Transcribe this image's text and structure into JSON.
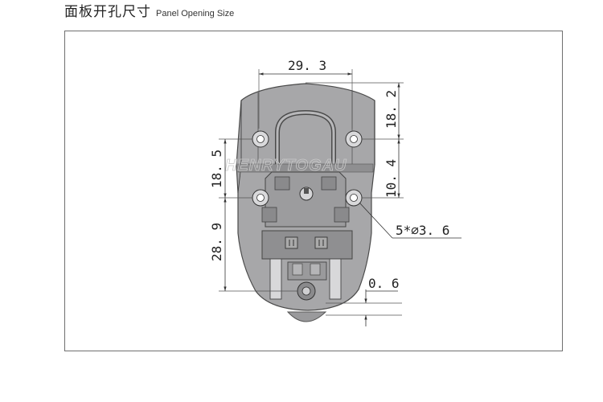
{
  "header": {
    "title_cn": "面板开孔尺寸",
    "title_en": "Panel Opening Size"
  },
  "drawing": {
    "dimensions": {
      "width_top": "29. 3",
      "right_upper": "18. 2",
      "left_upper": "18. 5",
      "right_lower": "10. 4",
      "left_lower": "28. 9",
      "hole_callout": "5*∅3. 6",
      "offset": "0. 6"
    },
    "watermark": "HENRYTOGAU"
  },
  "colors": {
    "frame": "#6f6f6f",
    "part_body": "#a9a9ab",
    "part_dark": "#8a8a8c",
    "line": "#333333"
  }
}
